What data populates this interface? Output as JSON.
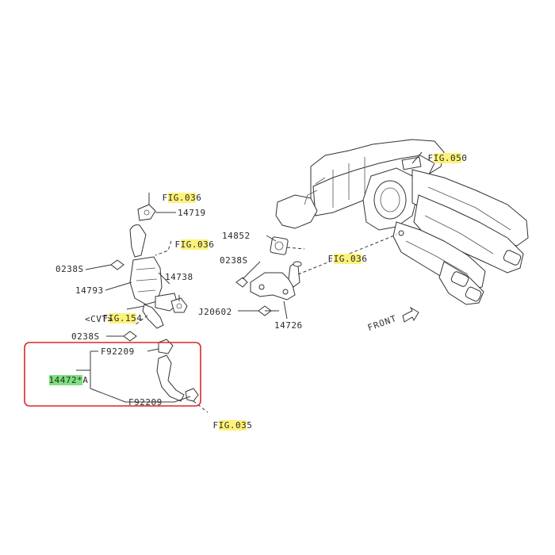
{
  "colors": {
    "fig_highlight": "#fdf27a",
    "part_highlight": "#7ee07e",
    "callout_box": "#d8262f",
    "line": "#3a3a3a"
  },
  "labels": {
    "fig050": {
      "pre": "F",
      "hl": "IG.05",
      "post": "0"
    },
    "fig036_top": {
      "pre": "F",
      "hl": "IG.03",
      "post": "6"
    },
    "fig036_mid": {
      "pre": "F",
      "hl": "IG.03",
      "post": "6"
    },
    "fig036_right": {
      "pre": "F",
      "hl": "IG.03",
      "post": "6"
    },
    "fig154": {
      "pre": "F",
      "hl": "IG.15",
      "post": "4"
    },
    "fig035": {
      "pre": "F",
      "hl": "IG.03",
      "post": "5"
    },
    "cvt": "<CVT>",
    "p14719": "14719",
    "p02385_upper": "0238S",
    "p14793": "14793",
    "p14738": "14738",
    "p02385_lower": "0238S",
    "p14852": "14852",
    "p02385_right": "0238S",
    "pJ20602": "J20602",
    "p14726": "14726",
    "p14472": "14472*",
    "p14472_suffix": "A",
    "pF92209_top": "F92209",
    "pF92209_bottom": "F92209",
    "front": "FRONT"
  }
}
